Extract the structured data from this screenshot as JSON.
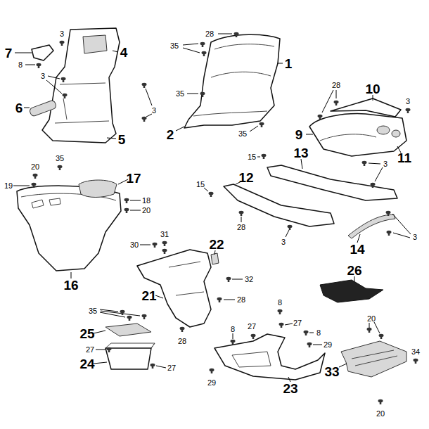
{
  "diagram": {
    "labels": [
      "3",
      "7",
      "4",
      "8",
      "3",
      "6",
      "3",
      "5",
      "28",
      "35",
      "1",
      "35",
      "2",
      "35",
      "28",
      "10",
      "3",
      "9",
      "11",
      "15",
      "13",
      "3",
      "15",
      "12",
      "28",
      "3",
      "3",
      "14",
      "35",
      "20",
      "19",
      "17",
      "18",
      "20",
      "16",
      "31",
      "30",
      "22",
      "32",
      "21",
      "28",
      "28",
      "26",
      "35",
      "25",
      "27",
      "24",
      "27",
      "8",
      "27",
      "8",
      "27",
      "8",
      "29",
      "29",
      "23",
      "20",
      "34",
      "33",
      "20"
    ]
  }
}
